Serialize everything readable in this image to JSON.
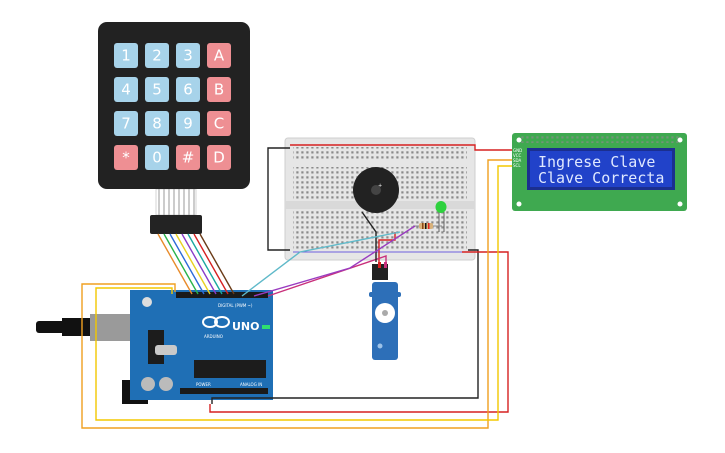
{
  "keypad": {
    "rows": [
      [
        {
          "label": "1",
          "kind": "num"
        },
        {
          "label": "2",
          "kind": "num"
        },
        {
          "label": "3",
          "kind": "num"
        },
        {
          "label": "A",
          "kind": "letter"
        }
      ],
      [
        {
          "label": "4",
          "kind": "num"
        },
        {
          "label": "5",
          "kind": "num"
        },
        {
          "label": "6",
          "kind": "num"
        },
        {
          "label": "B",
          "kind": "letter"
        }
      ],
      [
        {
          "label": "7",
          "kind": "num"
        },
        {
          "label": "8",
          "kind": "num"
        },
        {
          "label": "9",
          "kind": "num"
        },
        {
          "label": "C",
          "kind": "letter"
        }
      ],
      [
        {
          "label": "*",
          "kind": "letter"
        },
        {
          "label": "0",
          "kind": "num"
        },
        {
          "label": "#",
          "kind": "letter"
        },
        {
          "label": "D",
          "kind": "letter"
        }
      ]
    ]
  },
  "lcd": {
    "line1": "Ingrese Clave",
    "line2": "Clave Correcta",
    "pins": [
      "GND",
      "VCC",
      "SDA",
      "SCL"
    ]
  },
  "arduino": {
    "brand": "UNO",
    "subbrand": "ARDUINO",
    "digital_label": "DIGITAL (PWM ~)",
    "power_label": "POWER",
    "analog_label": "ANALOG IN",
    "icon": "infinity-logo-icon"
  },
  "colors": {
    "key_num": "#a7d3ea",
    "key_letter": "#ee8f93",
    "keypad_body": "#222222",
    "lcd_board": "#3fa950",
    "lcd_screen": "#2142c9",
    "arduino_board": "#1f6fb5",
    "breadboard": "#e9e9e9",
    "servo": "#2d6fb8",
    "led": "#2ed13e",
    "wire_red": "#d62121",
    "wire_black": "#222222",
    "wire_orange": "#f0a020",
    "wire_yellow": "#f3c800",
    "wire_teal": "#5fb9c9",
    "wire_magenta": "#c9307b"
  }
}
